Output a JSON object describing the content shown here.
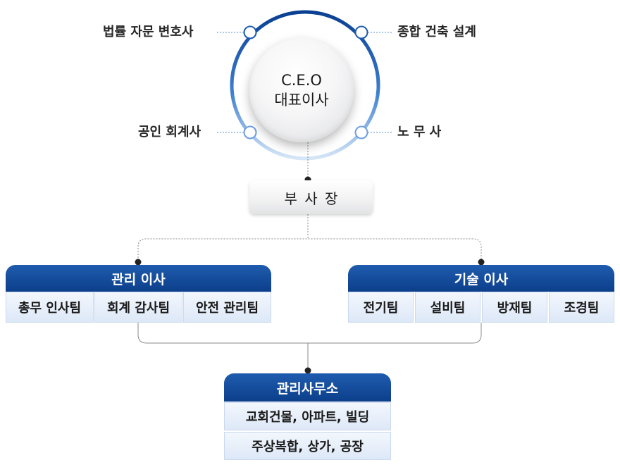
{
  "ceo": {
    "line1": "C.E.O",
    "line2": "대표이사"
  },
  "advisors": {
    "top_left": "법률 자문 변호사",
    "top_right": "종합 건축 설계",
    "bottom_left": "공인 회계사",
    "bottom_right": "노 무 사"
  },
  "vice_president": "부 사 장",
  "management_director": {
    "title": "관리 이사",
    "teams": [
      "총무 인사팀",
      "회계 감사팀",
      "안전 관리팀"
    ]
  },
  "technical_director": {
    "title": "기술 이사",
    "teams": [
      "전기팀",
      "설비팀",
      "방재팀",
      "조경팀"
    ]
  },
  "management_office": {
    "title": "관리사무소",
    "items": [
      "교회건물, 아파트, 빌딩",
      "주상복합, 상가, 공장"
    ]
  },
  "colors": {
    "header_blue": "#0c3f8b",
    "ring_blue": "#0e4a9e",
    "team_fill": "#e4edf9",
    "connector_gray": "#9a9a9a"
  }
}
